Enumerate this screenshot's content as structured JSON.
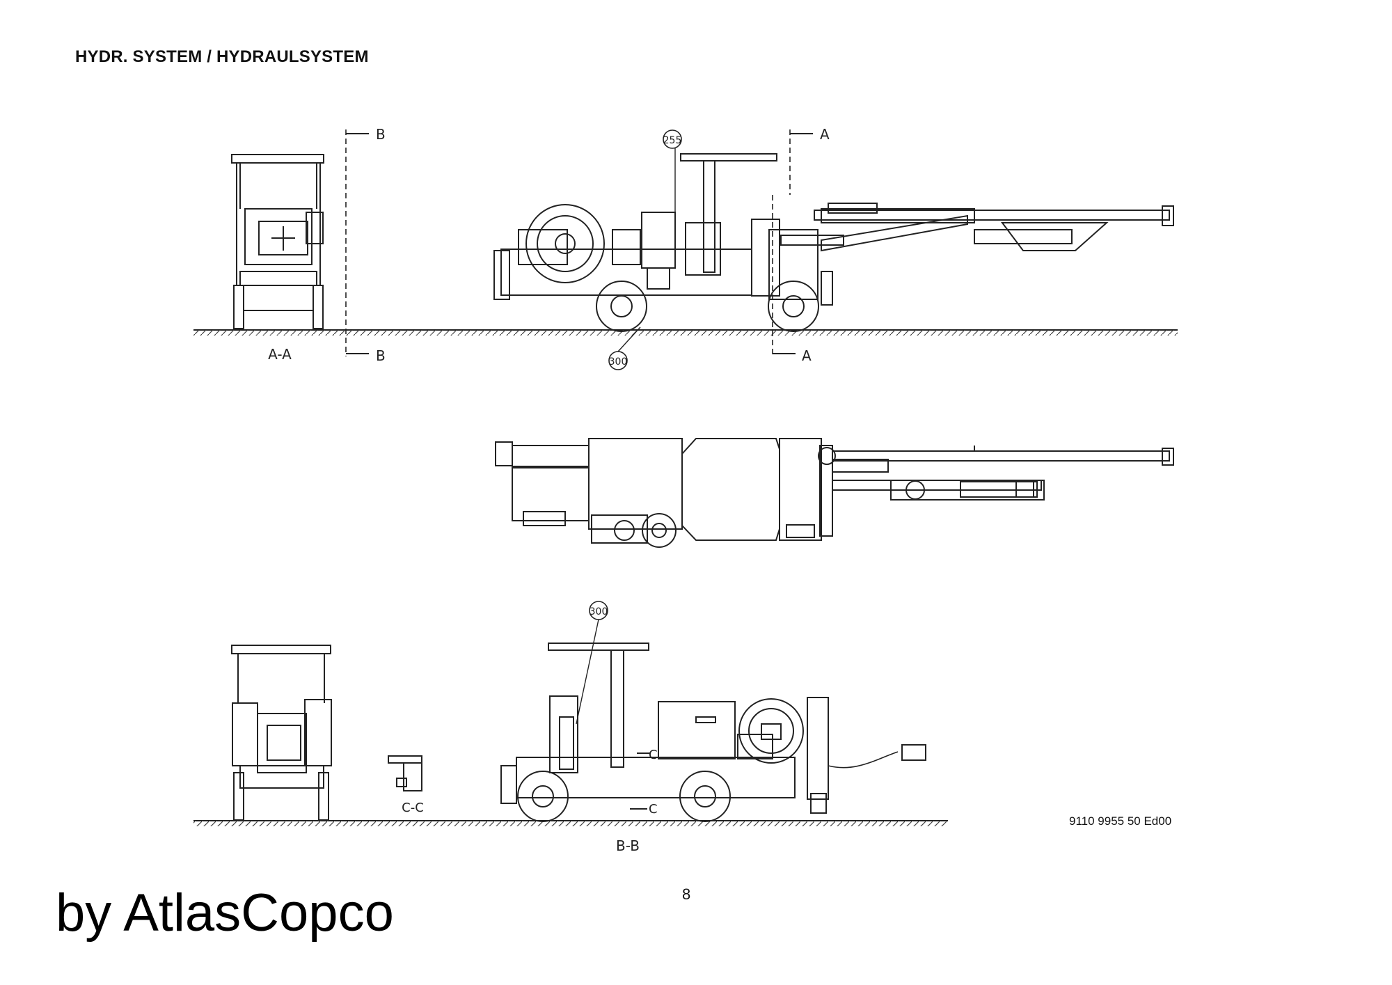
{
  "header": {
    "title": "HYDR. SYSTEM / HYDRAULSYSTEM"
  },
  "labels": {
    "section_b_top": "B",
    "section_b_bottom": "B",
    "section_a_top": "A",
    "section_a_bottom": "A",
    "view_aa": "A-A",
    "view_bb": "B-B",
    "view_cc": "C-C",
    "section_c_top": "C",
    "section_c_bottom": "C"
  },
  "callouts": {
    "c255": "255",
    "c300_top": "300",
    "c300_bottom": "300"
  },
  "footer": {
    "doc_number": "9110 9955 50 Ed00",
    "page_number": "8",
    "brand": "by AtlasCopco"
  }
}
